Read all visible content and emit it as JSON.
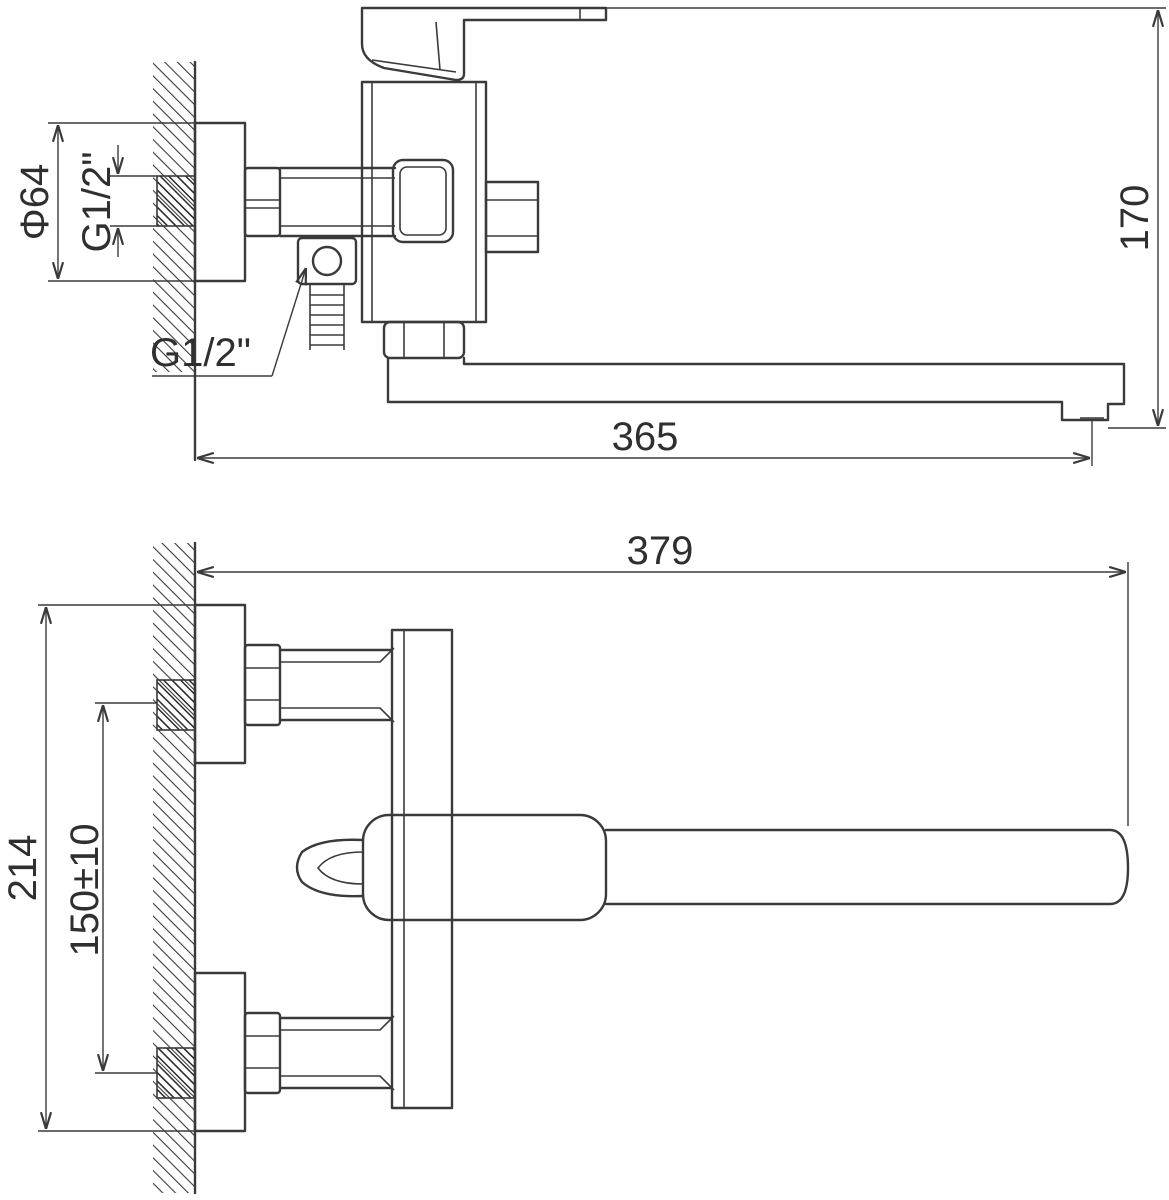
{
  "top_view": {
    "label_phi64": "Φ64",
    "label_g12_left": "G1/2\"",
    "label_g12_bottom": "G1/2\"",
    "label_170": "170",
    "label_365": "365"
  },
  "bottom_view": {
    "label_379": "379",
    "label_214": "214",
    "label_150": "150±10"
  },
  "colors": {
    "line": "#3a3a3a",
    "background": "#ffffff",
    "thread": "#555555"
  }
}
